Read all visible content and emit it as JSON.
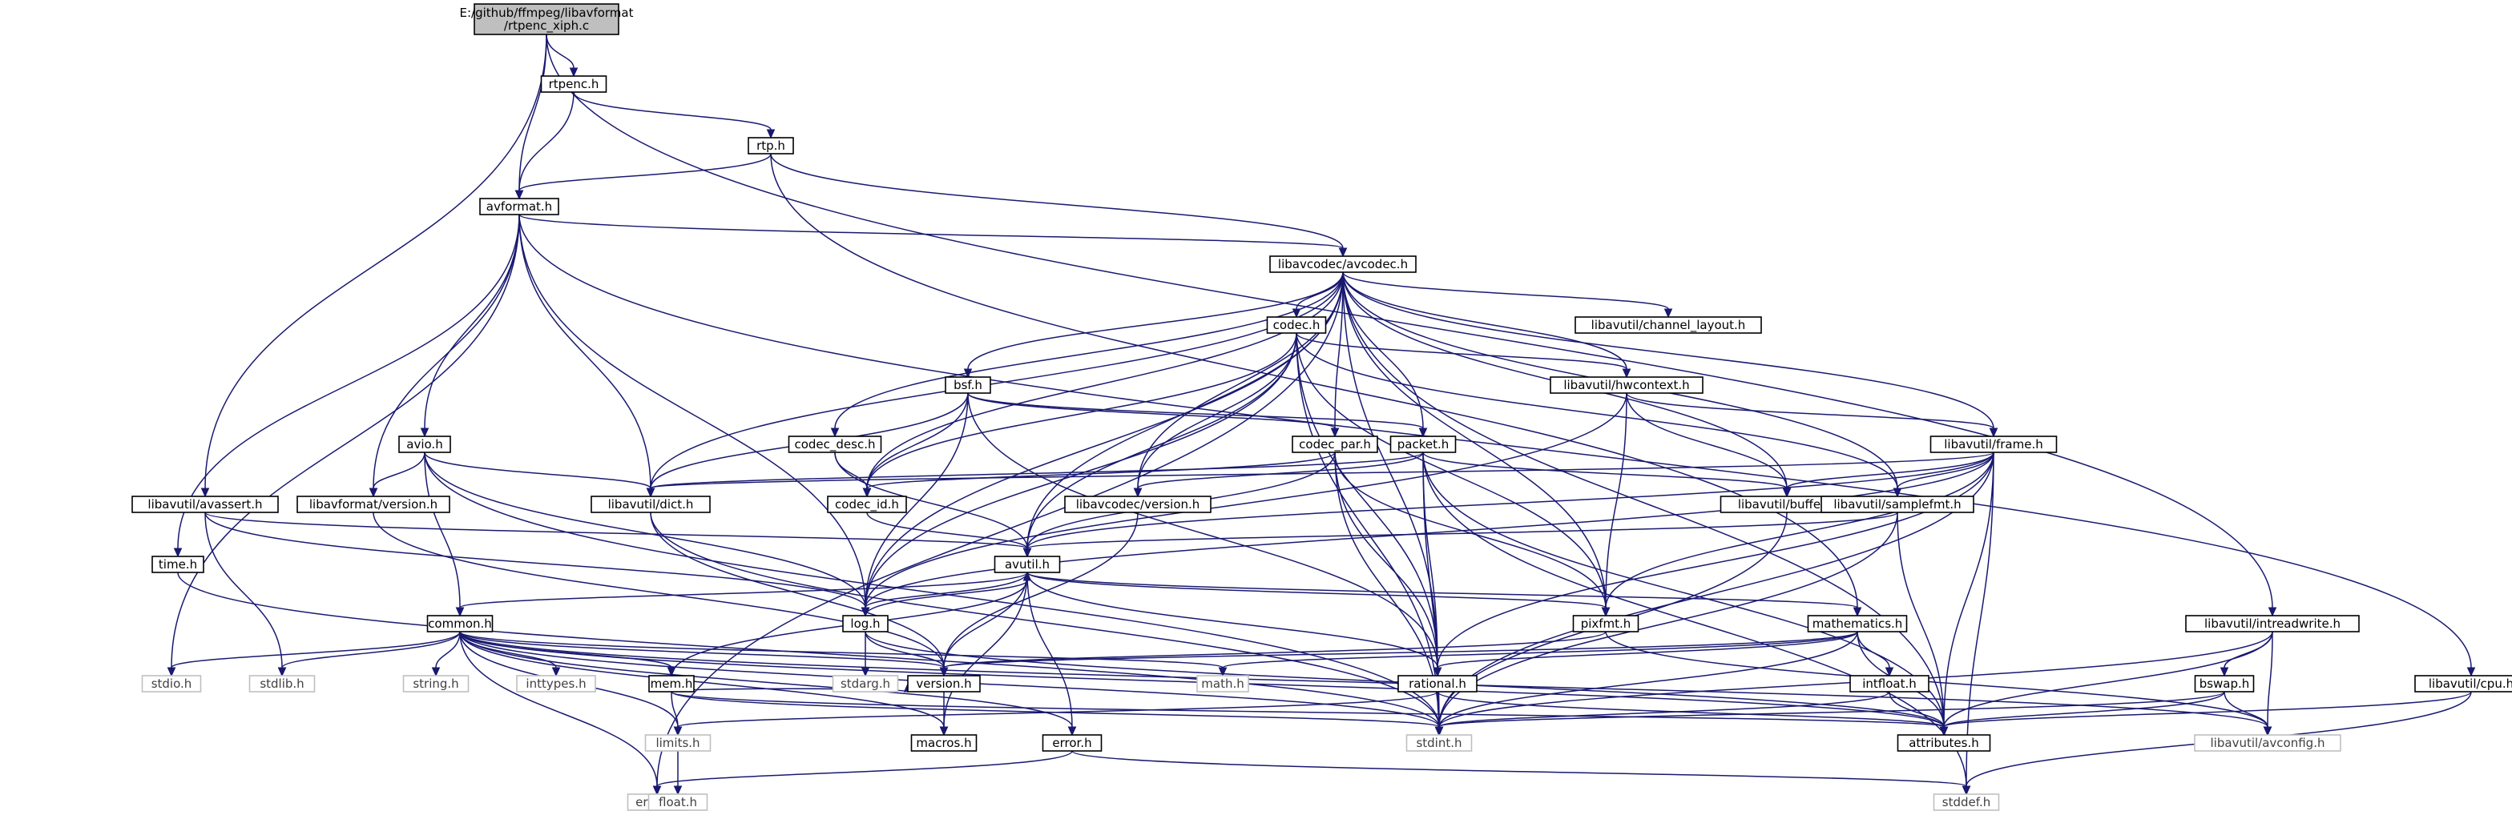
{
  "diagram": {
    "root": {
      "label_line1": "E:/github/ffmpeg/libavformat",
      "label_line2": "/rtpenc_xiph.c"
    },
    "nodes": [
      {
        "id": "rtpenc",
        "label": "rtpenc.h"
      },
      {
        "id": "rtp",
        "label": "rtp.h"
      },
      {
        "id": "avformat",
        "label": "avformat.h"
      },
      {
        "id": "avcodec",
        "label": "libavcodec/avcodec.h"
      },
      {
        "id": "codec",
        "label": "codec.h"
      },
      {
        "id": "chlayout",
        "label": "libavutil/channel_layout.h"
      },
      {
        "id": "bsf",
        "label": "bsf.h"
      },
      {
        "id": "hwcontext",
        "label": "libavutil/hwcontext.h"
      },
      {
        "id": "codecdesc",
        "label": "codec_desc.h"
      },
      {
        "id": "codecpar",
        "label": "codec_par.h"
      },
      {
        "id": "packet",
        "label": "packet.h"
      },
      {
        "id": "frame",
        "label": "libavutil/frame.h"
      },
      {
        "id": "avio",
        "label": "avio.h"
      },
      {
        "id": "avassert",
        "label": "libavutil/avassert.h"
      },
      {
        "id": "lfversion",
        "label": "libavformat/version.h"
      },
      {
        "id": "dict",
        "label": "libavutil/dict.h"
      },
      {
        "id": "codecid",
        "label": "codec_id.h"
      },
      {
        "id": "lcversion",
        "label": "libavcodec/version.h"
      },
      {
        "id": "buffer",
        "label": "libavutil/buffer.h"
      },
      {
        "id": "samplefmt",
        "label": "libavutil/samplefmt.h"
      },
      {
        "id": "time",
        "label": "time.h"
      },
      {
        "id": "avutil",
        "label": "avutil.h"
      },
      {
        "id": "common",
        "label": "common.h"
      },
      {
        "id": "log",
        "label": "log.h"
      },
      {
        "id": "pixfmt",
        "label": "pixfmt.h"
      },
      {
        "id": "mathematics",
        "label": "mathematics.h"
      },
      {
        "id": "intreadwrite",
        "label": "libavutil/intreadwrite.h"
      },
      {
        "id": "stdio",
        "label": "stdio.h",
        "external": true
      },
      {
        "id": "stdlib",
        "label": "stdlib.h",
        "external": true
      },
      {
        "id": "string",
        "label": "string.h",
        "external": true
      },
      {
        "id": "inttypes",
        "label": "inttypes.h",
        "external": true
      },
      {
        "id": "mem",
        "label": "mem.h"
      },
      {
        "id": "stdarg",
        "label": "stdarg.h",
        "external": true
      },
      {
        "id": "version",
        "label": "version.h"
      },
      {
        "id": "math",
        "label": "math.h",
        "external": true
      },
      {
        "id": "rational",
        "label": "rational.h"
      },
      {
        "id": "intfloat",
        "label": "intfloat.h"
      },
      {
        "id": "bswap",
        "label": "bswap.h"
      },
      {
        "id": "cpu",
        "label": "libavutil/cpu.h"
      },
      {
        "id": "limits",
        "label": "limits.h",
        "external": true
      },
      {
        "id": "macros",
        "label": "macros.h"
      },
      {
        "id": "error",
        "label": "error.h"
      },
      {
        "id": "stdint",
        "label": "stdint.h",
        "external": true
      },
      {
        "id": "attributes",
        "label": "attributes.h"
      },
      {
        "id": "avconfig",
        "label": "libavutil/avconfig.h",
        "external": true
      },
      {
        "id": "errno",
        "label": "errno.h",
        "external": true
      },
      {
        "id": "float",
        "label": "float.h",
        "external": true
      },
      {
        "id": "stddef",
        "label": "stddef.h",
        "external": true
      }
    ],
    "edges": [
      [
        "root",
        "rtpenc"
      ],
      [
        "root",
        "avformat"
      ],
      [
        "root",
        "avassert"
      ],
      [
        "root",
        "intreadwrite"
      ],
      [
        "rtpenc",
        "avformat"
      ],
      [
        "rtpenc",
        "rtp"
      ],
      [
        "rtp",
        "avformat"
      ],
      [
        "rtp",
        "avcodec"
      ],
      [
        "rtp",
        "mathematics"
      ],
      [
        "avformat",
        "avcodec"
      ],
      [
        "avformat",
        "avio"
      ],
      [
        "avformat",
        "lfversion"
      ],
      [
        "avformat",
        "time"
      ],
      [
        "avformat",
        "stdio"
      ],
      [
        "avformat",
        "dict"
      ],
      [
        "avformat",
        "log"
      ],
      [
        "avformat",
        "cpu"
      ],
      [
        "avcodec",
        "codec"
      ],
      [
        "avcodec",
        "chlayout"
      ],
      [
        "avcodec",
        "bsf"
      ],
      [
        "avcodec",
        "hwcontext"
      ],
      [
        "avcodec",
        "codecdesc"
      ],
      [
        "avcodec",
        "codecpar"
      ],
      [
        "avcodec",
        "packet"
      ],
      [
        "avcodec",
        "frame"
      ],
      [
        "avcodec",
        "dict"
      ],
      [
        "avcodec",
        "codecid"
      ],
      [
        "avcodec",
        "lcversion"
      ],
      [
        "avcodec",
        "buffer"
      ],
      [
        "avcodec",
        "samplefmt"
      ],
      [
        "avcodec",
        "avutil"
      ],
      [
        "avcodec",
        "log"
      ],
      [
        "avcodec",
        "pixfmt"
      ],
      [
        "avcodec",
        "rational"
      ],
      [
        "avcodec",
        "attributes"
      ],
      [
        "avcodec",
        "errno"
      ],
      [
        "codec",
        "hwcontext"
      ],
      [
        "codec",
        "codecid"
      ],
      [
        "codec",
        "lcversion"
      ],
      [
        "codec",
        "samplefmt"
      ],
      [
        "codec",
        "avutil"
      ],
      [
        "codec",
        "log"
      ],
      [
        "codec",
        "pixfmt"
      ],
      [
        "codec",
        "rational"
      ],
      [
        "codec",
        "stdint"
      ],
      [
        "bsf",
        "codecpar"
      ],
      [
        "bsf",
        "packet"
      ],
      [
        "bsf",
        "dict"
      ],
      [
        "bsf",
        "codecid"
      ],
      [
        "bsf",
        "log"
      ],
      [
        "bsf",
        "rational"
      ],
      [
        "hwcontext",
        "buffer"
      ],
      [
        "hwcontext",
        "frame"
      ],
      [
        "hwcontext",
        "log"
      ],
      [
        "hwcontext",
        "pixfmt"
      ],
      [
        "codecdesc",
        "codecid"
      ],
      [
        "codecdesc",
        "avutil"
      ],
      [
        "codecpar",
        "codecid"
      ],
      [
        "codecpar",
        "avutil"
      ],
      [
        "codecpar",
        "pixfmt"
      ],
      [
        "codecpar",
        "rational"
      ],
      [
        "codecpar",
        "stdint"
      ],
      [
        "packet",
        "buffer"
      ],
      [
        "packet",
        "dict"
      ],
      [
        "packet",
        "lcversion"
      ],
      [
        "packet",
        "rational"
      ],
      [
        "packet",
        "attributes"
      ],
      [
        "packet",
        "stdint"
      ],
      [
        "packet",
        "stddef"
      ],
      [
        "frame",
        "dict"
      ],
      [
        "frame",
        "buffer"
      ],
      [
        "frame",
        "samplefmt"
      ],
      [
        "frame",
        "avutil"
      ],
      [
        "frame",
        "pixfmt"
      ],
      [
        "frame",
        "rational"
      ],
      [
        "frame",
        "attributes"
      ],
      [
        "frame",
        "stdint"
      ],
      [
        "frame",
        "stddef"
      ],
      [
        "frame",
        "log"
      ],
      [
        "avio",
        "dict"
      ],
      [
        "avio",
        "lfversion"
      ],
      [
        "avio",
        "common"
      ],
      [
        "avio",
        "log"
      ],
      [
        "avio",
        "stdint"
      ],
      [
        "avassert",
        "avutil"
      ],
      [
        "avassert",
        "log"
      ],
      [
        "avassert",
        "stdlib"
      ],
      [
        "lfversion",
        "version"
      ],
      [
        "dict",
        "stdint"
      ],
      [
        "dict",
        "version"
      ],
      [
        "codecid",
        "avutil"
      ],
      [
        "lcversion",
        "version"
      ],
      [
        "buffer",
        "stdint"
      ],
      [
        "samplefmt",
        "avutil"
      ],
      [
        "samplefmt",
        "attributes"
      ],
      [
        "samplefmt",
        "stdint"
      ],
      [
        "time",
        "stdint"
      ],
      [
        "avutil",
        "common"
      ],
      [
        "avutil",
        "log"
      ],
      [
        "avutil",
        "error"
      ],
      [
        "avutil",
        "macros"
      ],
      [
        "avutil",
        "mathematics"
      ],
      [
        "avutil",
        "rational"
      ],
      [
        "avutil",
        "version"
      ],
      [
        "avutil",
        "pixfmt"
      ],
      [
        "common",
        "stdio"
      ],
      [
        "common",
        "stdlib"
      ],
      [
        "common",
        "string"
      ],
      [
        "common",
        "inttypes"
      ],
      [
        "common",
        "mem"
      ],
      [
        "common",
        "math"
      ],
      [
        "common",
        "limits"
      ],
      [
        "common",
        "errno"
      ],
      [
        "common",
        "macros"
      ],
      [
        "common",
        "attributes"
      ],
      [
        "common",
        "version"
      ],
      [
        "common",
        "stdint"
      ],
      [
        "common",
        "avconfig"
      ],
      [
        "common",
        "error"
      ],
      [
        "log",
        "avutil"
      ],
      [
        "log",
        "stdarg"
      ],
      [
        "log",
        "version"
      ],
      [
        "log",
        "attributes"
      ],
      [
        "pixfmt",
        "version"
      ],
      [
        "pixfmt",
        "avconfig"
      ],
      [
        "mathematics",
        "math"
      ],
      [
        "mathematics",
        "rational"
      ],
      [
        "mathematics",
        "intfloat"
      ],
      [
        "mathematics",
        "attributes"
      ],
      [
        "mathematics",
        "stdint"
      ],
      [
        "mathematics",
        "version"
      ],
      [
        "intreadwrite",
        "bswap"
      ],
      [
        "intreadwrite",
        "avconfig"
      ],
      [
        "intreadwrite",
        "attributes"
      ],
      [
        "intreadwrite",
        "stdint"
      ],
      [
        "mem",
        "limits"
      ],
      [
        "mem",
        "stdint"
      ],
      [
        "mem",
        "attributes"
      ],
      [
        "mem",
        "avutil"
      ],
      [
        "mem",
        "version"
      ],
      [
        "rational",
        "limits"
      ],
      [
        "rational",
        "stdint"
      ],
      [
        "rational",
        "attributes"
      ],
      [
        "intfloat",
        "stdint"
      ],
      [
        "intfloat",
        "attributes"
      ],
      [
        "bswap",
        "stdint"
      ],
      [
        "bswap",
        "attributes"
      ],
      [
        "bswap",
        "avconfig"
      ],
      [
        "cpu",
        "attributes"
      ],
      [
        "cpu",
        "stddef"
      ],
      [
        "version",
        "macros"
      ],
      [
        "error",
        "errno"
      ],
      [
        "error",
        "stddef"
      ],
      [
        "limits",
        "float"
      ]
    ]
  }
}
